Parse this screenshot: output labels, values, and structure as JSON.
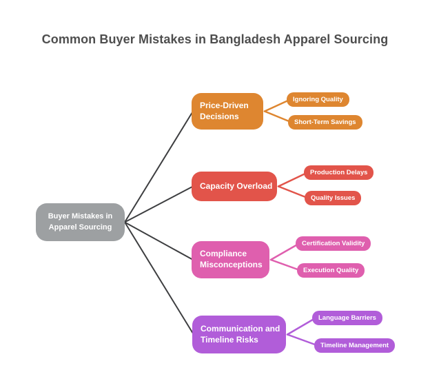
{
  "title": "Common Buyer Mistakes in Bangladesh Apparel Sourcing",
  "colors": {
    "title_text": "#4E4E4E",
    "connector": "#3D3E40",
    "root": "#9DA0A2"
  },
  "root": {
    "lines": [
      "Buyer Mistakes in",
      "Apparel Sourcing"
    ]
  },
  "branches": [
    {
      "id": "price-driven-decisions",
      "color": "#DE8630",
      "lines": [
        "Price-Driven",
        "Decisions"
      ],
      "children": [
        "Ignoring Quality",
        "Short-Term Savings"
      ]
    },
    {
      "id": "capacity-overload",
      "color": "#E2544A",
      "lines": [
        "Capacity Overload"
      ],
      "children": [
        "Production Delays",
        "Quality Issues"
      ]
    },
    {
      "id": "compliance-misconceptions",
      "color": "#DF5FAE",
      "lines": [
        "Compliance",
        "Misconceptions"
      ],
      "children": [
        "Certification Validity",
        "Execution Quality"
      ]
    },
    {
      "id": "communication-timeline-risks",
      "color": "#B15DD9",
      "lines": [
        "Communication and",
        "Timeline Risks"
      ],
      "children": [
        "Language Barriers",
        "Timeline Management"
      ]
    }
  ]
}
